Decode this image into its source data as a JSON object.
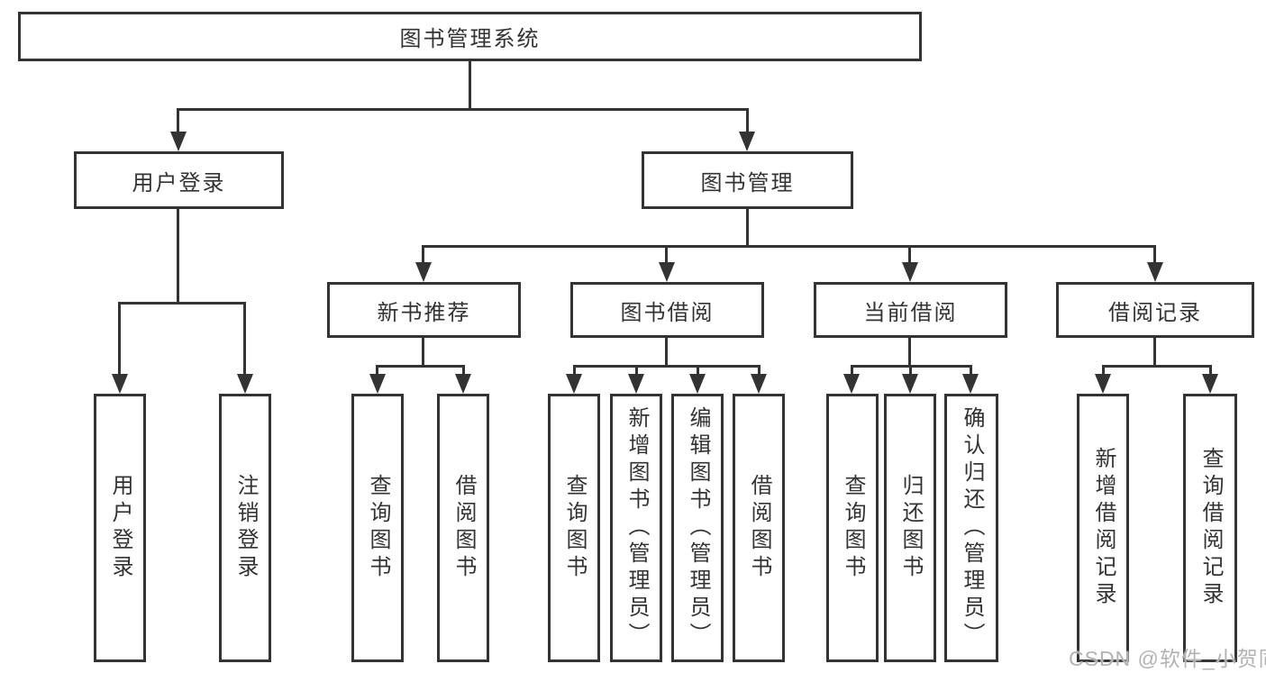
{
  "diagram_title": "图书管理系统",
  "tree": {
    "root": {
      "label": "图书管理系统",
      "children": [
        {
          "label": "用户登录",
          "children": [
            {
              "label": "用户登录"
            },
            {
              "label": "注销登录"
            }
          ]
        },
        {
          "label": "图书管理",
          "children": [
            {
              "label": "新书推荐",
              "children": [
                {
                  "label": "查询图书"
                },
                {
                  "label": "借阅图书"
                }
              ]
            },
            {
              "label": "图书借阅",
              "children": [
                {
                  "label": "查询图书"
                },
                {
                  "label": "新增图书（管理员）"
                },
                {
                  "label": "编辑图书（管理员）"
                },
                {
                  "label": "借阅图书"
                }
              ]
            },
            {
              "label": "当前借阅",
              "children": [
                {
                  "label": "查询图书"
                },
                {
                  "label": "归还图书"
                },
                {
                  "label": "确认归还（管理员）"
                }
              ]
            },
            {
              "label": "借阅记录",
              "children": [
                {
                  "label": "新增借阅记录"
                },
                {
                  "label": "查询借阅记录"
                }
              ]
            }
          ]
        }
      ]
    }
  },
  "watermark": {
    "text": "CSDN @软件_小贺同学"
  },
  "colors": {
    "line": "#333333",
    "background": "#ffffff",
    "text": "#333333",
    "watermark": "#b3b3b3"
  }
}
